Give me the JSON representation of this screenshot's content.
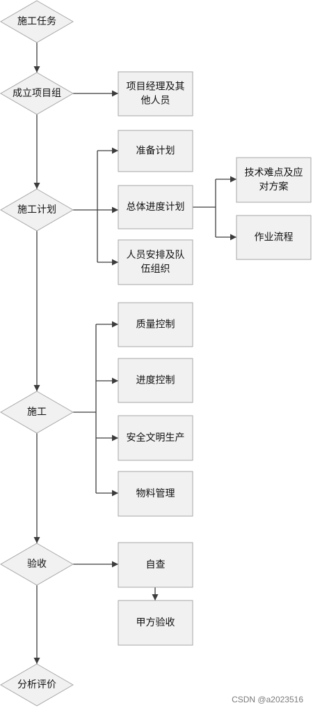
{
  "diagram": {
    "steps": [
      {
        "id": "s1",
        "label": "施工任务"
      },
      {
        "id": "s2",
        "label": "成立项目组"
      },
      {
        "id": "s3",
        "label": "施工计划"
      },
      {
        "id": "s4",
        "label": "施工"
      },
      {
        "id": "s5",
        "label": "验收"
      },
      {
        "id": "s6",
        "label": "分析评价"
      }
    ],
    "boxes": [
      {
        "id": "b_pm",
        "lines": [
          "项目经理及其",
          "他人员"
        ]
      },
      {
        "id": "b_prep",
        "lines": [
          "准备计划"
        ]
      },
      {
        "id": "b_overall",
        "lines": [
          "总体进度计划"
        ]
      },
      {
        "id": "b_tech",
        "lines": [
          "技术难点及应",
          "对方案"
        ]
      },
      {
        "id": "b_flow",
        "lines": [
          "作业流程"
        ]
      },
      {
        "id": "b_staff",
        "lines": [
          "人员安排及队",
          "伍组织"
        ]
      },
      {
        "id": "b_quality",
        "lines": [
          "质量控制"
        ]
      },
      {
        "id": "b_progress",
        "lines": [
          "进度控制"
        ]
      },
      {
        "id": "b_safety",
        "lines": [
          "安全文明生产"
        ]
      },
      {
        "id": "b_material",
        "lines": [
          "物料管理"
        ]
      },
      {
        "id": "b_self",
        "lines": [
          "自查"
        ]
      },
      {
        "id": "b_client",
        "lines": [
          "甲方验收"
        ]
      }
    ]
  },
  "watermark": "CSDN @a2023516"
}
